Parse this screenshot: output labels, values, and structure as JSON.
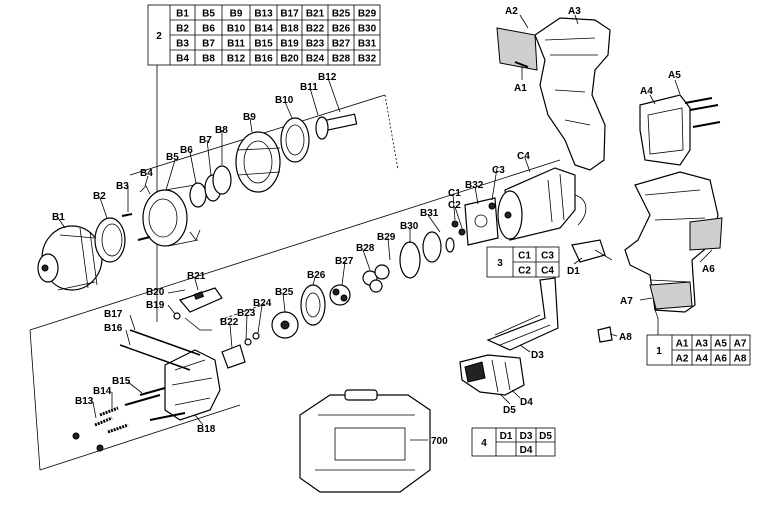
{
  "labels": {
    "A1": "A1",
    "A2": "A2",
    "A3": "A3",
    "A4": "A4",
    "A5": "A5",
    "A6": "A6",
    "A7": "A7",
    "A8": "A8",
    "B1": "B1",
    "B2": "B2",
    "B3": "B3",
    "B4": "B4",
    "B5": "B5",
    "B6": "B6",
    "B7": "B7",
    "B8": "B8",
    "B9": "B9",
    "B10": "B10",
    "B11": "B11",
    "B12": "B12",
    "B13": "B13",
    "B14": "B14",
    "B15": "B15",
    "B16": "B16",
    "B17": "B17",
    "B18": "B18",
    "B19": "B19",
    "B20": "B20",
    "B21": "B21",
    "B22": "B22",
    "B23": "B23",
    "B24": "B24",
    "B25": "B25",
    "B26": "B26",
    "B27": "B27",
    "B28": "B28",
    "B29": "B29",
    "B30": "B30",
    "B31": "B31",
    "B32": "B32",
    "C1": "C1",
    "C2": "C2",
    "C3": "C3",
    "C4": "C4",
    "D1": "D1",
    "D3": "D3",
    "D4": "D4",
    "D5": "D5",
    "p700": "700"
  },
  "tables": {
    "t2": {
      "group": "2",
      "rows": [
        [
          "B1",
          "B5",
          "B9",
          "B13",
          "B17",
          "B21",
          "B25",
          "B29"
        ],
        [
          "B2",
          "B6",
          "B10",
          "B14",
          "B18",
          "B22",
          "B26",
          "B30"
        ],
        [
          "B3",
          "B7",
          "B11",
          "B15",
          "B19",
          "B23",
          "B27",
          "B31"
        ],
        [
          "B4",
          "B8",
          "B12",
          "B16",
          "B20",
          "B24",
          "B28",
          "B32"
        ]
      ]
    },
    "t3": {
      "group": "3",
      "rows": [
        [
          "C1",
          "C3"
        ],
        [
          "C2",
          "C4"
        ]
      ]
    },
    "t1": {
      "group": "1",
      "rows": [
        [
          "A1",
          "A3",
          "A5",
          "A7"
        ],
        [
          "A2",
          "A4",
          "A6",
          "A8"
        ]
      ]
    },
    "t4": {
      "group": "4",
      "rows": [
        [
          "D1",
          "D3",
          "D5"
        ],
        [
          "",
          "D4",
          ""
        ]
      ]
    }
  }
}
